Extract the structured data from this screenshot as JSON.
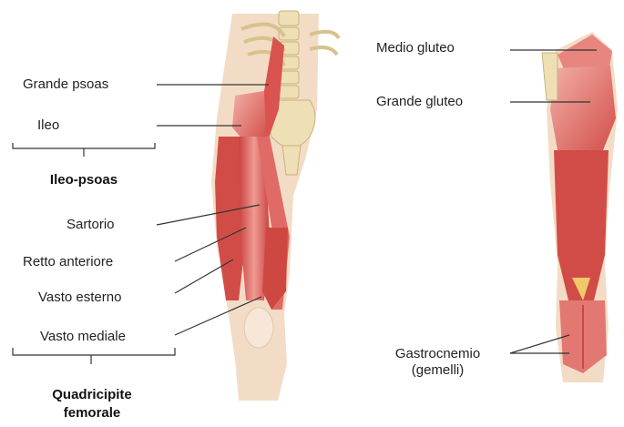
{
  "diagram": {
    "front_view": {
      "labels": {
        "grande_psoas": "Grande psoas",
        "ileo": "Ileo",
        "ileo_psoas": "Ileo-psoas",
        "sartorio": "Sartorio",
        "retto_anteriore": "Retto anteriore",
        "vasto_esterno": "Vasto esterno",
        "vasto_mediale": "Vasto mediale",
        "quadricipite_line1": "Quadricipite",
        "quadricipite_line2": "femorale"
      }
    },
    "back_view": {
      "labels": {
        "medio_gluteo": "Medio gluteo",
        "grande_gluteo": "Grande gluteo",
        "gastrocnemio_line1": "Gastrocnemio",
        "gastrocnemio_line2": "(gemelli)"
      }
    },
    "colors": {
      "muscle": "#d9534f",
      "muscle_light": "#ef9a93",
      "skin": "#f3dcc6",
      "bone": "#eedfb4",
      "leader_line": "#333333"
    }
  }
}
